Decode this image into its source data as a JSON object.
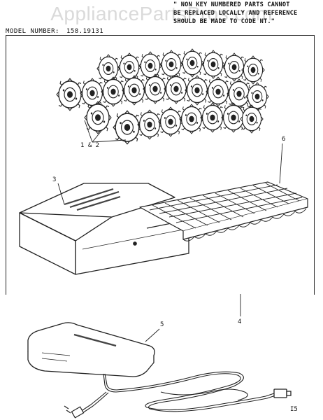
{
  "watermark": "AppliancePartsPros.com",
  "note": {
    "lines": [
      "\" NON KEY NUMBERED PARTS CANNOT",
      "BE REPLACED LOCALLY AND REFERENCE",
      "SHOULD BE MADE TO CODE NT.\""
    ]
  },
  "model": {
    "label": "MODEL NUMBER:",
    "number": "158.19131"
  },
  "callouts": {
    "cams": "1 & 2",
    "case": "3",
    "tray": "6",
    "assembly": "4",
    "pedal": "5",
    "page_code": "I5"
  }
}
